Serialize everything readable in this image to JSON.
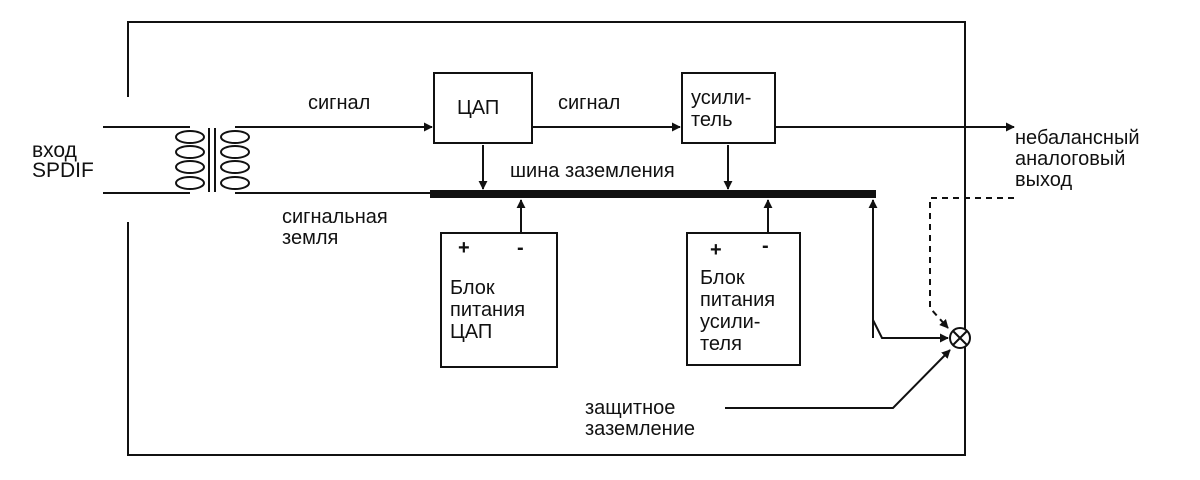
{
  "diagram": {
    "input": {
      "line1": "вход",
      "line2": "SPDIF"
    },
    "signal_label_left": "сигнал",
    "signal_label_mid": "сигнал",
    "signal_ground_label": {
      "line1": "сигнальная",
      "line2": "земля"
    },
    "dac_block": {
      "label": "ЦАП"
    },
    "amp_block": {
      "line1": "усили-",
      "line2": "тель"
    },
    "ground_bus_label": "шина заземления",
    "output_label": {
      "line1": "небалансный",
      "line2": "аналоговый",
      "line3": "выход"
    },
    "dac_psu": {
      "plus": "+",
      "minus": "-",
      "line1": "Блок",
      "line2": "питания",
      "line3": "ЦАП"
    },
    "amp_psu": {
      "plus": "+",
      "minus": "-",
      "line1": "Блок",
      "line2": "питания",
      "line3": "усили-",
      "line4": "теля"
    },
    "protective_ground_label": {
      "line1": "защитное",
      "line2": "заземление"
    },
    "colors": {
      "ink": "#111111",
      "background": "#ffffff"
    }
  }
}
